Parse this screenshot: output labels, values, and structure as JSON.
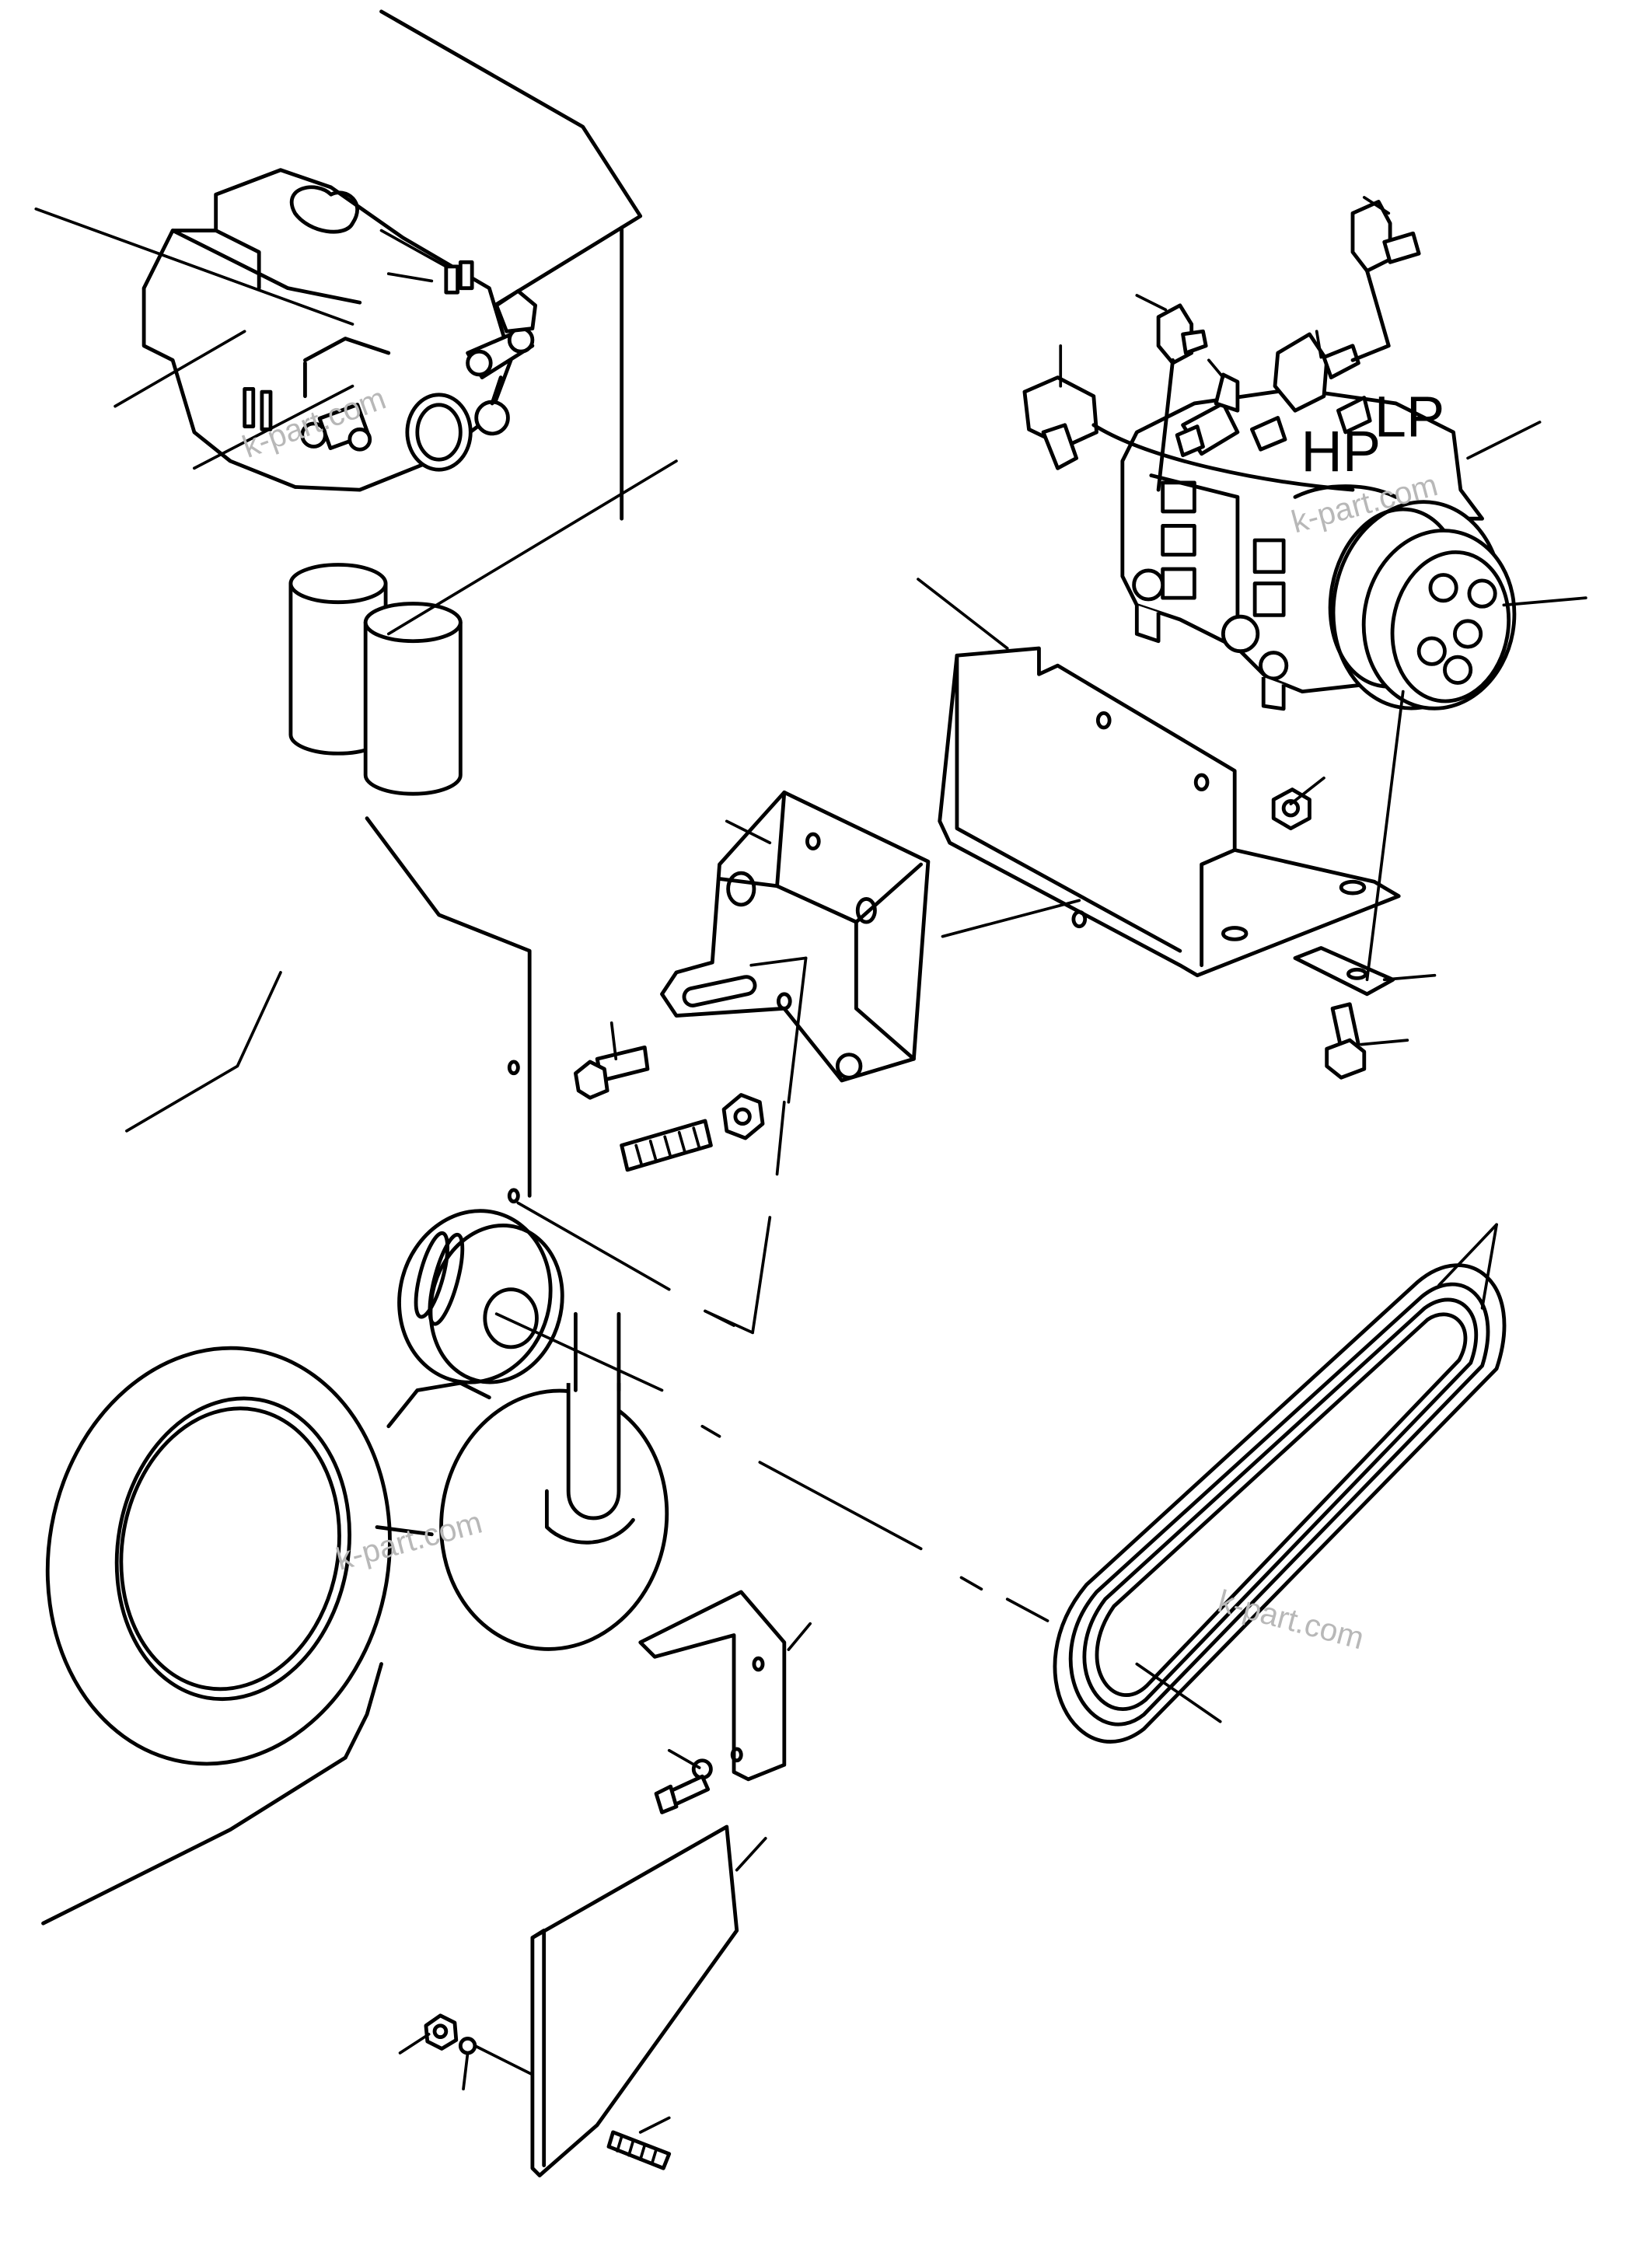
{
  "labels": {
    "lp": "LP",
    "hp": "HP"
  },
  "watermark": "k-part.com",
  "colors": {
    "line": "#000000",
    "background": "#ffffff",
    "watermark": "#b8b8b8"
  }
}
